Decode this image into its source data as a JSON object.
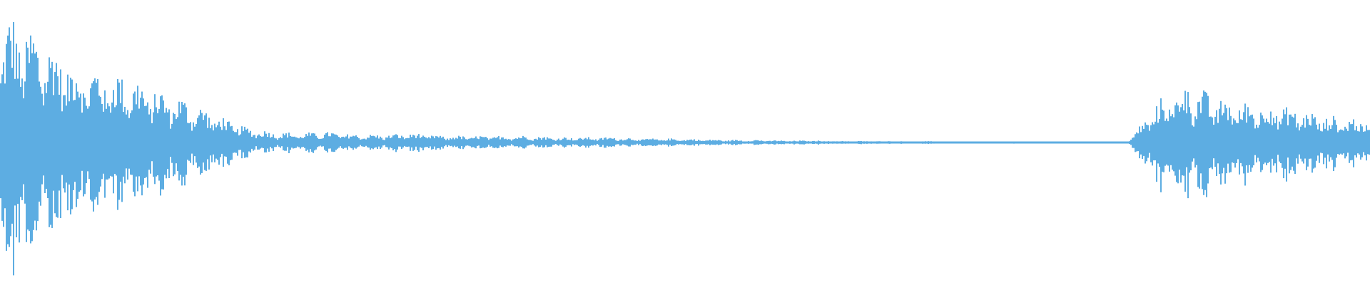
{
  "chart_data": {
    "type": "area",
    "title": "",
    "xlabel": "",
    "ylabel": "",
    "ylim": [
      -1,
      1
    ],
    "grid": false,
    "legend": "none",
    "color": "#5dade2",
    "background": "#ffffff",
    "series": [
      {
        "amplitude_envelope": [
          0.95,
          0.8,
          0.62,
          0.55,
          0.5,
          0.4,
          0.32,
          0.22,
          0.12,
          0.08,
          0.07,
          0.08,
          0.06,
          0.06,
          0.07,
          0.05,
          0.05,
          0.05,
          0.05,
          0.04,
          0.04,
          0.04,
          0.03,
          0.03,
          0.025,
          0.02,
          0.02,
          0.015,
          0.015,
          0.012,
          0.012,
          0.01,
          0.01,
          0.008,
          0.008,
          0.008,
          0.006,
          0.006,
          0.006,
          0.006,
          0.3,
          0.45,
          0.35,
          0.3,
          0.3,
          0.25,
          0.2,
          0.18
        ]
      }
    ]
  }
}
